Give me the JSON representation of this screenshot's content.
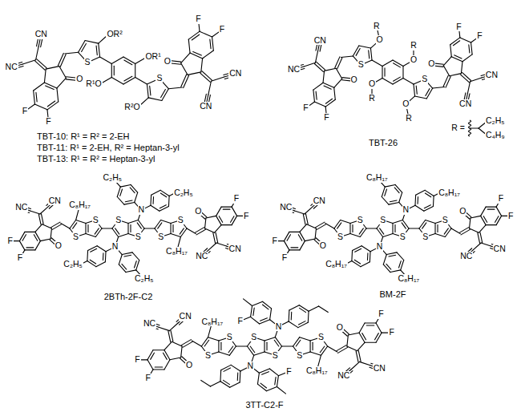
{
  "diagram": {
    "labels": [
      "S",
      "S",
      "OR²",
      "OR¹",
      "R¹O",
      "R²O",
      "F",
      "F",
      "O",
      "CN",
      "NC",
      "F",
      "F",
      "O",
      "CN",
      "CN",
      "TBT-10: R¹ = R² = 2-EH",
      "TBT-11: R¹ = 2-EH, R² = Heptan-3-yl",
      "TBT-13: R¹ = R² = Heptan-3-yl",
      "S",
      "S",
      "O",
      "R",
      "O",
      "R",
      "O",
      "R",
      "O",
      "R",
      "F",
      "F",
      "O",
      "CN",
      "NC",
      "F",
      "F",
      "O",
      "CN",
      "CN",
      "TBT-26",
      "R =",
      "C₂H₅",
      "C₄H₉",
      "S",
      "S",
      "S",
      "S",
      "S",
      "S",
      "C₈H₁₇",
      "C₈H₁₇",
      "N",
      "C₂H₅",
      "C₂H₅",
      "N",
      "C₂H₅",
      "C₂H₅",
      "F",
      "F",
      "O",
      "CN",
      "NC",
      "F",
      "F",
      "O",
      "NC",
      "CN",
      "2BTh-2F-C2",
      "S",
      "S",
      "S",
      "S",
      "S",
      "S",
      "N",
      "C₈H₁₇",
      "C₈H₁₇",
      "N",
      "C₈H₁₇",
      "C₈H₁₇",
      "F",
      "F",
      "O",
      "CN",
      "NC",
      "F",
      "F",
      "O",
      "NC",
      "CN",
      "BM-2F",
      "S",
      "S",
      "S",
      "S",
      "S",
      "S",
      "C₈H₁₇",
      "C₈H₁₇",
      "N",
      "F",
      "N",
      "F",
      "F",
      "F",
      "O",
      "CN",
      "NC",
      "F",
      "F",
      "O",
      "NC",
      "CN",
      "3TT-C2-F"
    ]
  }
}
